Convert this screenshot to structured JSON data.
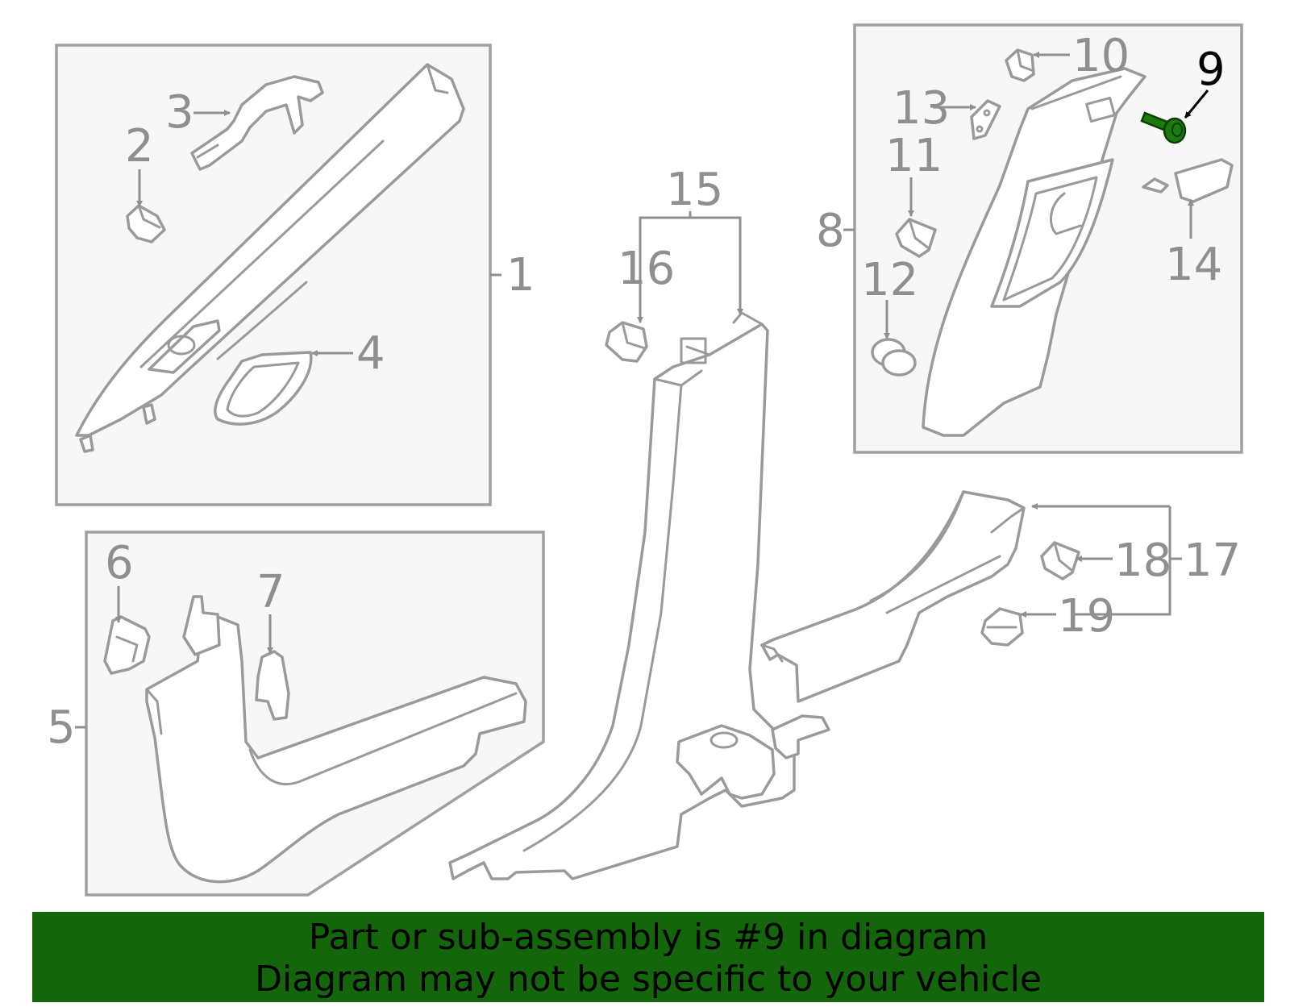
{
  "diagram": {
    "callouts": [
      {
        "id": "1",
        "text": "1"
      },
      {
        "id": "2",
        "text": "2"
      },
      {
        "id": "3",
        "text": "3"
      },
      {
        "id": "4",
        "text": "4"
      },
      {
        "id": "5",
        "text": "5"
      },
      {
        "id": "6",
        "text": "6"
      },
      {
        "id": "7",
        "text": "7"
      },
      {
        "id": "8",
        "text": "8"
      },
      {
        "id": "9",
        "text": "9"
      },
      {
        "id": "10",
        "text": "10"
      },
      {
        "id": "11",
        "text": "11"
      },
      {
        "id": "12",
        "text": "12"
      },
      {
        "id": "13",
        "text": "13"
      },
      {
        "id": "14",
        "text": "14"
      },
      {
        "id": "15",
        "text": "15"
      },
      {
        "id": "16",
        "text": "16"
      },
      {
        "id": "17",
        "text": "17"
      },
      {
        "id": "18",
        "text": "18"
      },
      {
        "id": "19",
        "text": "19"
      }
    ],
    "highlighted_part": "9",
    "colors": {
      "line": "#9a9a9a",
      "label": "#8f8f8f",
      "highlight_part": "#1a7a10",
      "highlight_label": "#000000",
      "panel_fill": "#f7f7f7"
    }
  },
  "banner": {
    "line1": "Part or sub-assembly is #9 in diagram",
    "line2": "Diagram may not be specific to your vehicle",
    "background": "#136609"
  }
}
